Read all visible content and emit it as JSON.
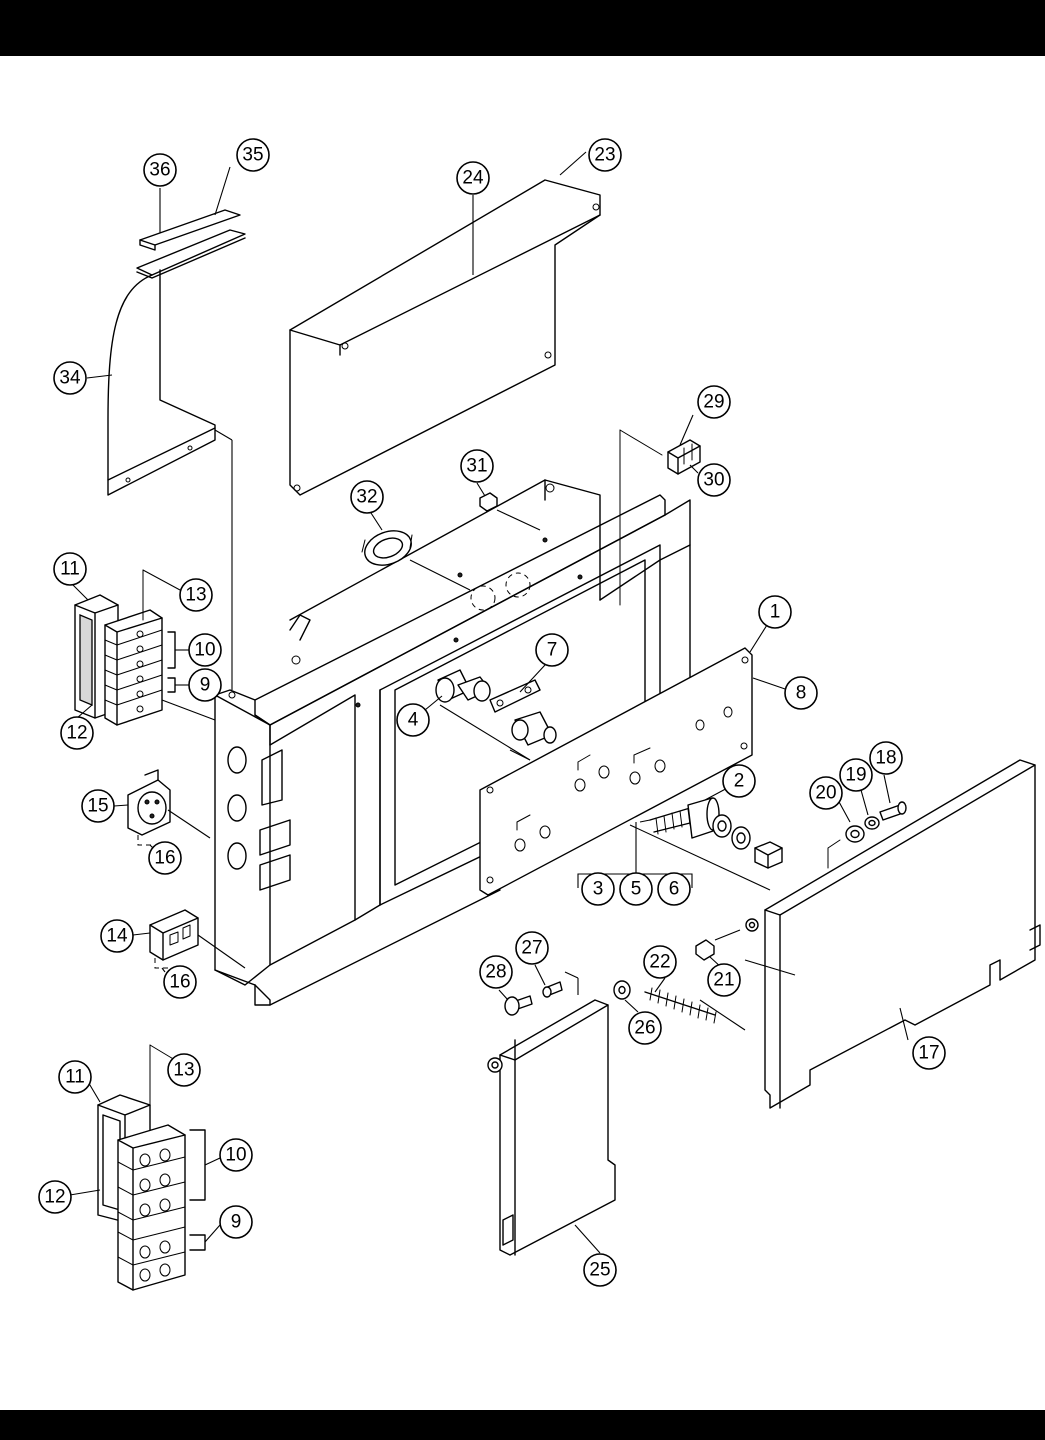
{
  "callouts": {
    "p1": "1",
    "p2": "2",
    "p3": "3",
    "p4": "4",
    "p5": "5",
    "p6": "6",
    "p7": "7",
    "p8": "8",
    "p9a": "9",
    "p9b": "9",
    "p10a": "10",
    "p10b": "10",
    "p11a": "11",
    "p11b": "11",
    "p12a": "12",
    "p12b": "12",
    "p13a": "13",
    "p13b": "13",
    "p14": "14",
    "p15": "15",
    "p16a": "16",
    "p16b": "16",
    "p17": "17",
    "p18": "18",
    "p19": "19",
    "p20": "20",
    "p21": "21",
    "p22": "22",
    "p23": "23",
    "p24": "24",
    "p25": "25",
    "p26": "26",
    "p27": "27",
    "p28": "28",
    "p29": "29",
    "p30": "30",
    "p31": "31",
    "p32": "32",
    "p34": "34",
    "p35": "35",
    "p36": "36"
  },
  "colors": {
    "ink": "#000000",
    "paper": "#ffffff",
    "band": "#000000"
  }
}
